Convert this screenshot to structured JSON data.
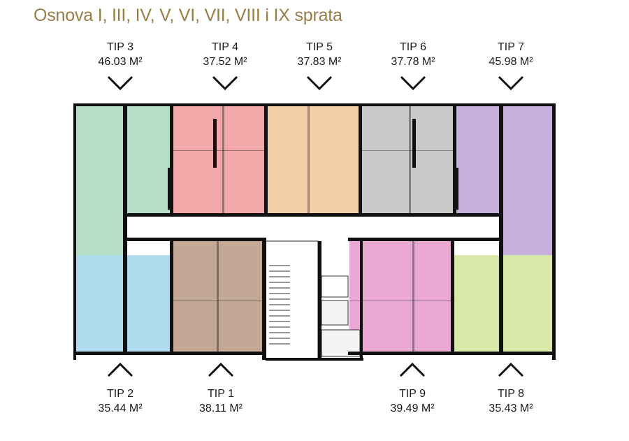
{
  "title": "Osnova I, III, IV, V, VI, VII, VIII i IX sprata",
  "units_top": [
    {
      "name": "TIP 3",
      "area": "46.03 M²",
      "color": "#b6dfc6"
    },
    {
      "name": "TIP 4",
      "area": "37.52 M²",
      "color": "#f0a9a8"
    },
    {
      "name": "TIP 5",
      "area": "37.83 M²",
      "color": "#f4cfa6"
    },
    {
      "name": "TIP 6",
      "area": "37.78 M²",
      "color": "#c9c9c9"
    },
    {
      "name": "TIP 7",
      "area": "45.98 M²",
      "color": "#c6afdb"
    }
  ],
  "units_bottom": [
    {
      "name": "TIP 2",
      "area": "35.44 M²",
      "color": "#afdcef"
    },
    {
      "name": "TIP 1",
      "area": "38.11 M²",
      "color": "#c3a995"
    },
    {
      "name": "TIP 9",
      "area": "39.49 M²",
      "color": "#e9a9d3"
    },
    {
      "name": "TIP 8",
      "area": "35.43 M²",
      "color": "#d8e8a8"
    }
  ]
}
